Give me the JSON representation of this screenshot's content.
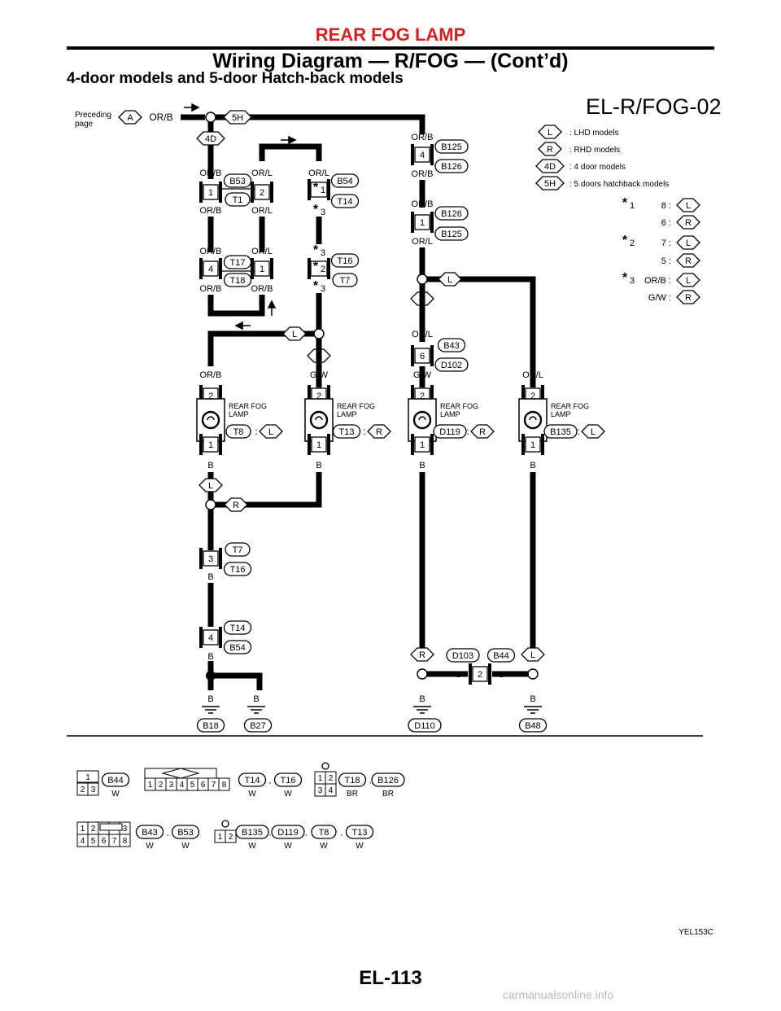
{
  "header": {
    "title": "REAR FOG LAMP",
    "subtitle": "Wiring Diagram — R/FOG — (Cont’d)",
    "section": "4-door models and 5-door Hatch-back models",
    "diagram_code": "EL-R/FOG-02"
  },
  "preceding": {
    "label": "Preceding\npage",
    "connector": "A",
    "wire": "OR/B"
  },
  "legend": [
    {
      "tag": "L",
      "desc": ": LHD models"
    },
    {
      "tag": "R",
      "desc": ": RHD models"
    },
    {
      "tag": "4D",
      "desc": ": 4 door models"
    },
    {
      "tag": "5H",
      "desc": ": 5 doors hatchback models"
    }
  ],
  "star_notes": [
    {
      "star": "1",
      "rows": [
        {
          "value": "8",
          "tag": "L"
        },
        {
          "value": "6",
          "tag": "R"
        }
      ]
    },
    {
      "star": "2",
      "rows": [
        {
          "value": "7",
          "tag": "L"
        },
        {
          "value": "5",
          "tag": "R"
        }
      ]
    },
    {
      "star": "3",
      "rows": [
        {
          "value": "OR/B",
          "tag": "L"
        },
        {
          "value": "G/W",
          "tag": "R"
        }
      ]
    }
  ],
  "wires": {
    "or_b": "OR/B",
    "or_l": "OR/L",
    "g_w": "G/W",
    "b": "B"
  },
  "tags": {
    "lhd": "L",
    "rhd": "R",
    "four_door": "4D",
    "five_hatch": "5H"
  },
  "connectors": {
    "b125": "B125",
    "b126": "B126",
    "b53": "B53",
    "t1": "T1",
    "b54": "B54",
    "t14": "T14",
    "t17": "T17",
    "t18": "T18",
    "t16": "T16",
    "t7": "T7",
    "b43": "B43",
    "d102": "D102",
    "t8": "T8",
    "t13": "T13",
    "d119": "D119",
    "b135": "B135",
    "d103": "D103",
    "b44": "B44",
    "b18": "B18",
    "b27": "B27",
    "d110": "D110",
    "b48": "B48"
  },
  "pins": {
    "p1": "1",
    "p2": "2",
    "p3": "3",
    "p4": "4",
    "p6": "6",
    "star1": "1",
    "star2": "2",
    "star3": "3"
  },
  "lamps": {
    "label": "REAR FOG\nLAMP",
    "items": [
      {
        "conn": "T8",
        "tag": "L",
        "wire_in": "OR/B"
      },
      {
        "conn": "T13",
        "tag": "R",
        "wire_in": "G/W"
      },
      {
        "conn": "D119",
        "tag": "R",
        "wire_in": "G/W"
      },
      {
        "conn": "B135",
        "tag": "L",
        "wire_in": "OR/L"
      }
    ]
  },
  "connector_views": {
    "row1": [
      {
        "ids": [
          "B44"
        ],
        "colors": [
          "W"
        ],
        "pins": [
          "1",
          "2",
          "3"
        ]
      },
      {
        "ids": [
          "T14",
          "T16"
        ],
        "colors": [
          "W",
          "W"
        ],
        "pins": [
          "1",
          "2",
          "3",
          "4",
          "5",
          "6",
          "7",
          "8"
        ]
      },
      {
        "ids": [
          "T18",
          "B126"
        ],
        "colors": [
          "BR",
          "BR"
        ],
        "pins": [
          "1",
          "2",
          "3",
          "4"
        ]
      }
    ],
    "row2": [
      {
        "ids": [
          "B43",
          "B53"
        ],
        "colors": [
          "W",
          "W"
        ],
        "pins": [
          "1",
          "2",
          "3",
          "4",
          "5",
          "6",
          "7",
          "8"
        ]
      },
      {
        "ids": [
          "B135",
          "D119",
          "T8",
          "T13"
        ],
        "colors": [
          "W",
          "W",
          "W",
          "W"
        ],
        "pins": [
          "1",
          "2"
        ]
      }
    ]
  },
  "figure_code": "YEL153C",
  "page_number": "EL-113",
  "watermark": "carmanualsonline.info"
}
